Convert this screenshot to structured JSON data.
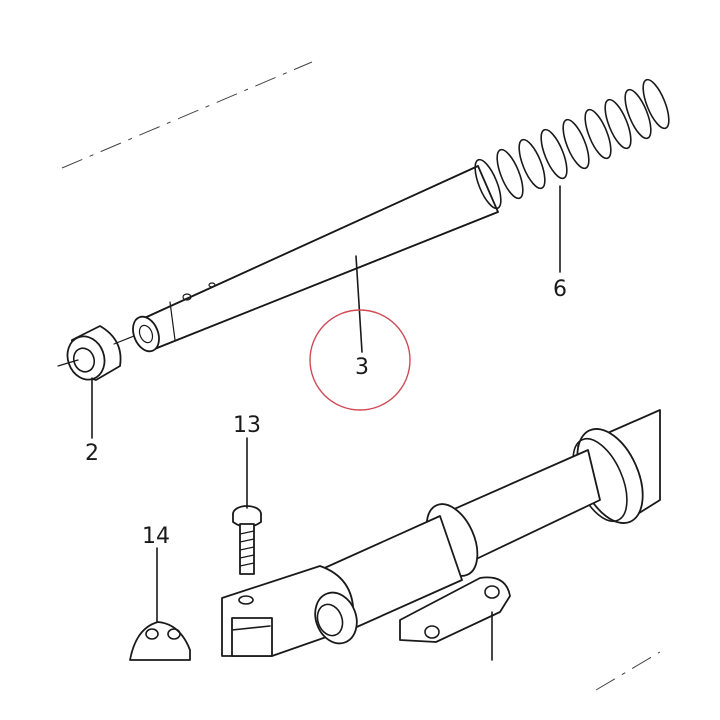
{
  "diagram": {
    "callouts": [
      {
        "id": "2",
        "label": "2"
      },
      {
        "id": "3",
        "label": "3"
      },
      {
        "id": "6",
        "label": "6"
      },
      {
        "id": "13",
        "label": "13"
      },
      {
        "id": "14",
        "label": "14"
      }
    ],
    "highlight": {
      "target": "3",
      "color": "#d04a55"
    },
    "line_color": "#1a1a1a"
  }
}
